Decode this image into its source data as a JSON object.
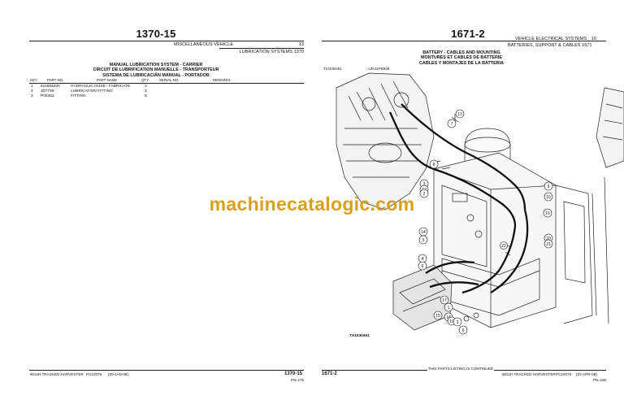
{
  "left_page": {
    "title": "1370-15",
    "section_group": "MISCELLANEOUS VEHICLE",
    "section_group_num": "13",
    "section": "LUBRICATION SYSTEMS 1370",
    "caption_lines": [
      "MANUAL LUBRICATION SYSTEM - CARRIER",
      "CIRCUIT DE LUBRIFICATION MANUELLE - TRANSPORTEUR",
      "SISTEMA DE LUBRICACIÁN MANUAL - PORTADOR"
    ],
    "columns": {
      "key": "KEY",
      "part_no": "PART NO.",
      "part_name": "PART NAME",
      "qty": "QTY.",
      "serial_no": "SERIAL NO.",
      "remarks": "REMARKS"
    },
    "rows": [
      {
        "key": "1",
        "part_no": "811684200",
        "part_name": "HYDRAULIC HOSE - FABRICATE",
        "qty": "3"
      },
      {
        "key": "2",
        "part_no": "JD7759",
        "part_name": "LUBRICATION FITTING",
        "qty": "3"
      },
      {
        "key": "3",
        "part_no": "P05352",
        "part_name": "FITTING",
        "qty": "6"
      }
    ],
    "footer": {
      "model": "903JH TRACKED HARVESTER",
      "catalog": "PC10076",
      "date": "(29-JAN-08)",
      "page_ref": "1370-15",
      "sub_ref": "PN=175"
    }
  },
  "right_page": {
    "title": "1671-2",
    "section_group": "VEHICLE ELECTRICAL SYSTEMS",
    "section_group_num": "16",
    "section": "BATTERIES, SUPPORT & CABLES 1671",
    "caption_lines": [
      "BATTERY - CABLES AND MOUNTING",
      "MONTURES ET CABLES DE BATTERIE",
      "CABLES Y MONTAJES DE LA BATTERIA"
    ],
    "figure_ref": "TX1030461",
    "figure_tag": "-UN-11FEB08",
    "figure_id_bottom": "TX1030461",
    "callouts": [
      "13",
      "7",
      "8",
      "9",
      "3",
      "12",
      "2",
      "10",
      "16",
      "14",
      "5",
      "20",
      "22",
      "21",
      "4",
      "6",
      "17",
      "1",
      "18",
      "15",
      "19",
      "3",
      "6"
    ],
    "footer": {
      "page_ref": "1671-2",
      "continued": "THIS PARTS LISTING IS CONTINUED",
      "model": "903JH TRACKED HARVESTER",
      "catalog": "PC10076",
      "date": "(22-APR-08)",
      "sub_ref": "PN=186"
    }
  },
  "watermark": "machinecatalogic.com"
}
